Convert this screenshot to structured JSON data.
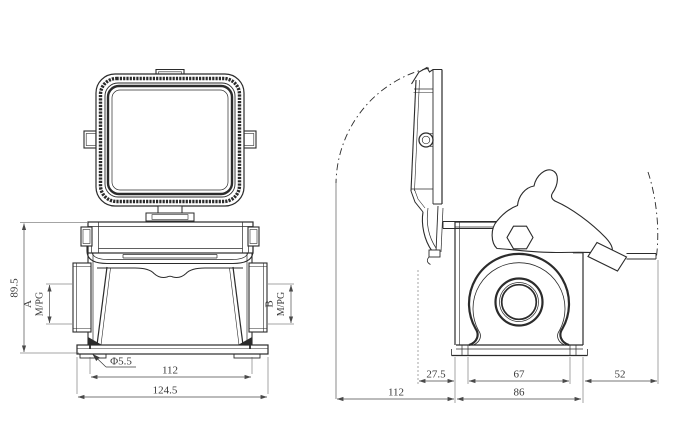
{
  "drawing": {
    "front_view": {
      "height": "89.5",
      "gland_a": {
        "letter": "A",
        "thread": "M/PG"
      },
      "gland_b": {
        "letter": "B",
        "thread": "M/PG"
      },
      "hole_diameter": "Φ5.5",
      "hole_spacing": "112",
      "flange_width": "124.5"
    },
    "side_view": {
      "hinge_offset": "27.5",
      "boss_width": "67",
      "lever_extension": "52",
      "depth": "112",
      "body_depth": "86"
    },
    "colors": {
      "line": "#2b2b2b",
      "dimension": "#4a4a4a",
      "background": "#ffffff"
    }
  }
}
